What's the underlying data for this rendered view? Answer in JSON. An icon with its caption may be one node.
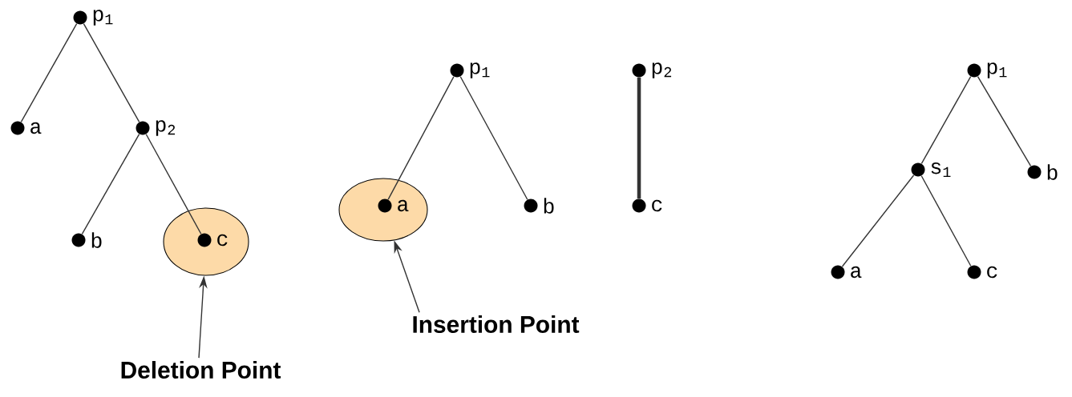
{
  "diagram": {
    "nodes": [
      {
        "text": [
          "p$_{1}$"
        ]
      },
      {
        "text": [
          "a"
        ]
      },
      {
        "text": [
          "p$_{2}$"
        ]
      },
      {
        "text": [
          "b"
        ]
      },
      {
        "text": [],
        "shape": "ellipse"
      },
      {
        "text": [
          "c"
        ],
        "in": 4
      },
      {
        "text": [
          "p$_{1}$"
        ]
      },
      {
        "text": [],
        "shape": "ellipse"
      },
      {
        "text": [
          "a"
        ],
        "in": 7
      },
      {
        "text": [
          "b"
        ]
      },
      {
        "text": [
          "p$_{2}$"
        ]
      },
      {
        "text": [
          "c"
        ]
      },
      {
        "text": [
          "p$_{1}$"
        ]
      },
      {
        "text": [
          "s$_{1}$"
        ]
      },
      {
        "text": [
          "b"
        ]
      },
      {
        "text": [
          "a"
        ]
      },
      {
        "text": [
          "c"
        ]
      },
      {
        "text": [
          "Insertion Point"
        ]
      },
      {
        "text": [
          "Deletion Point"
        ]
      }
    ],
    "edges": [
      {
        "from": 0,
        "to": 1,
        "arrow": "none"
      },
      {
        "from": 0,
        "to": 2,
        "arrow": "none"
      },
      {
        "from": 2,
        "to": 3,
        "arrow": "none"
      },
      {
        "from": 2,
        "to": 5,
        "arrow": "none"
      },
      {
        "from": 6,
        "to": 8,
        "arrow": "none"
      },
      {
        "from": 6,
        "to": 9,
        "arrow": "none"
      },
      {
        "from": 10,
        "to": 11,
        "arrow": "none",
        "style": "thick"
      },
      {
        "from": 12,
        "to": 13,
        "arrow": "none"
      },
      {
        "from": 12,
        "to": 14,
        "arrow": "none"
      },
      {
        "from": 13,
        "to": 15,
        "arrow": "none"
      },
      {
        "from": 13,
        "to": 16,
        "arrow": "none"
      },
      {
        "from": 17,
        "to": 7,
        "arrow": "to"
      },
      {
        "from": 18,
        "to": 4,
        "arrow": "to"
      }
    ]
  }
}
